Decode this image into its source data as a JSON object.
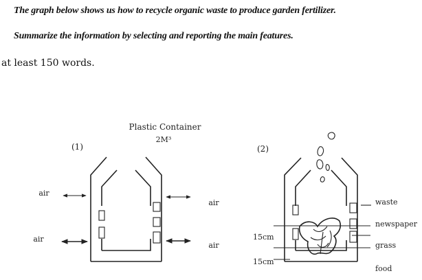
{
  "prompt": {
    "line1": "The graph below shows us how to recycle organic waste to produce garden fertilizer.",
    "line2": "Summarize the information by selecting and reporting the main features.",
    "word_limit": "at least 150 words."
  },
  "diagram": {
    "container_title": "Plastic Container",
    "container_volume": "2M³",
    "panel1": {
      "label": "(1)",
      "air_left_top": "air",
      "air_left_bottom": "air",
      "air_right_top": "air",
      "air_right_bottom": "air"
    },
    "panel2": {
      "label": "(2)",
      "measure_top": "15cm",
      "measure_bottom": "15cm",
      "layers": [
        "waste",
        "newspaper",
        "grass",
        "food"
      ]
    }
  }
}
